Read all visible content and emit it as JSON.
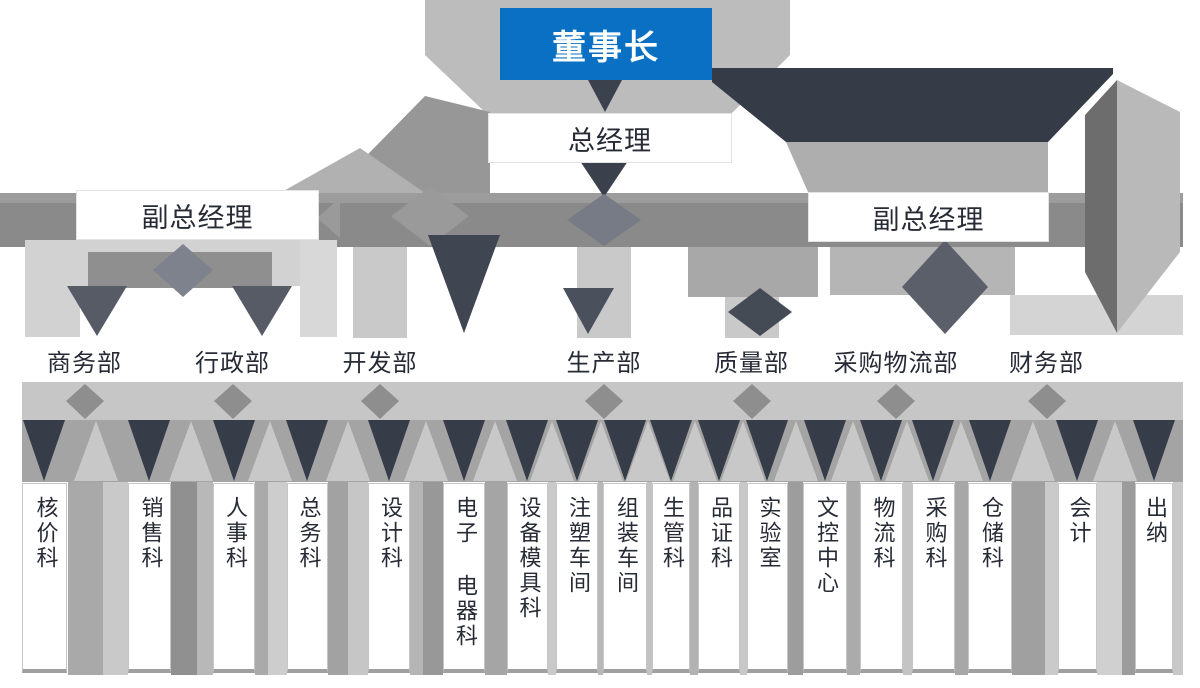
{
  "palette": {
    "accent_blue": "#0a70c3",
    "node_text": "#262b36",
    "dark_shape": "#363c48",
    "mid_gray": "#8c8c8c",
    "light_gray": "#c7c7c7"
  },
  "org": {
    "chairman": {
      "label": "董事长"
    },
    "general_manager": {
      "label": "总经理"
    },
    "deputy_general_managers": [
      {
        "label": "副总经理"
      },
      {
        "label": "副总经理"
      }
    ],
    "departments": [
      {
        "label": "商务部",
        "children": [
          "核价科",
          "销售科"
        ]
      },
      {
        "label": "行政部",
        "children": [
          "人事科",
          "总务科"
        ]
      },
      {
        "label": "开发部",
        "children": [
          "设计科",
          "电子 电器科",
          "设备模具科"
        ]
      },
      {
        "label": "生产部",
        "children": [
          "注塑车间",
          "组装车间",
          "生管科"
        ]
      },
      {
        "label": "质量部",
        "children": [
          "品证科",
          "实验室",
          "文控中心"
        ]
      },
      {
        "label": "采购物流部",
        "children": [
          "物流科",
          "采购科",
          "仓储科"
        ]
      },
      {
        "label": "财务部",
        "children": [
          "会计",
          "出纳"
        ]
      }
    ],
    "sections": [
      {
        "label": "核价科"
      },
      {
        "label": "销售科"
      },
      {
        "label": "人事科"
      },
      {
        "label": "总务科"
      },
      {
        "label": "设计科"
      },
      {
        "label": "电子 电器科"
      },
      {
        "label": "设备模具科"
      },
      {
        "label": "注塑车间"
      },
      {
        "label": "组装车间"
      },
      {
        "label": "生管科"
      },
      {
        "label": "品证科"
      },
      {
        "label": "实验室"
      },
      {
        "label": "文控中心"
      },
      {
        "label": "物流科"
      },
      {
        "label": "采购科"
      },
      {
        "label": "仓储科"
      },
      {
        "label": "会计"
      },
      {
        "label": "出纳"
      }
    ]
  }
}
